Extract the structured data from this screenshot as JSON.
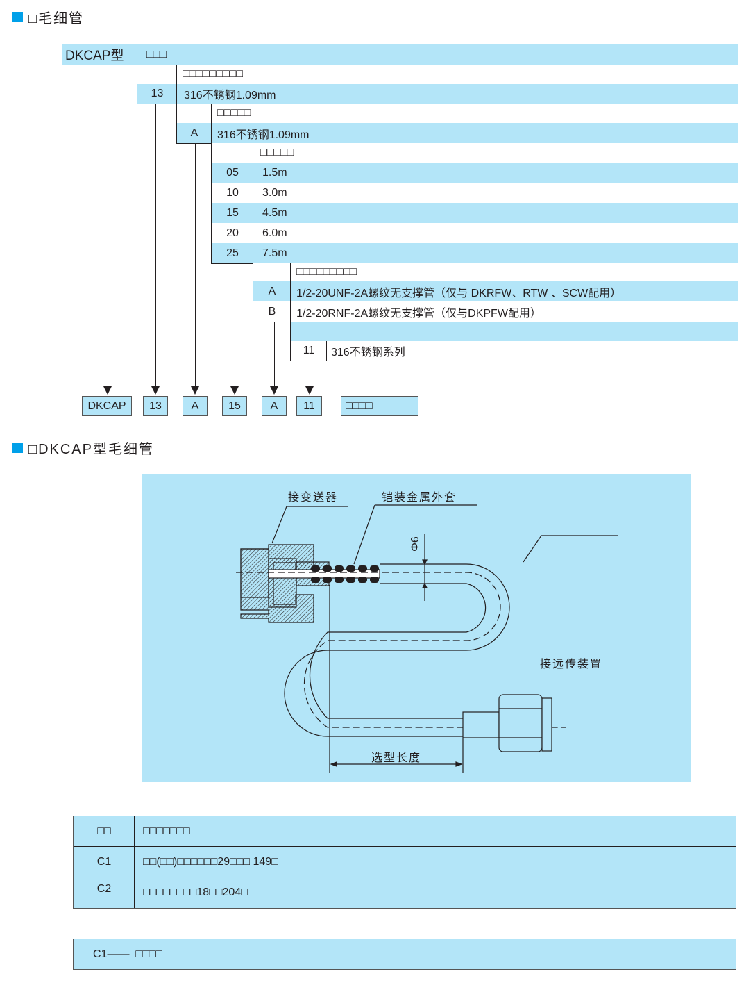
{
  "section1": {
    "title": "□毛细管"
  },
  "tree": {
    "model_label": "DKCAP型",
    "model_header": "□□□",
    "groups": [
      {
        "header": "□□□□□□□□□",
        "rows": [
          {
            "code": "13",
            "desc": "316不锈钢1.09mm"
          }
        ]
      },
      {
        "header": "□□□□□",
        "rows": [
          {
            "code": "A",
            "desc": "316不锈钢1.09mm"
          }
        ]
      },
      {
        "header": "□□□□□",
        "rows": [
          {
            "code": "05",
            "desc": "1.5m"
          },
          {
            "code": "10",
            "desc": "3.0m"
          },
          {
            "code": "15",
            "desc": "4.5m"
          },
          {
            "code": "20",
            "desc": "6.0m"
          },
          {
            "code": "25",
            "desc": "7.5m"
          }
        ]
      },
      {
        "header": "□□□□□□□□□",
        "rows": [
          {
            "code": "A",
            "desc": "1/2-20UNF-2A螺纹无支撑管（仅与 DKRFW、RTW 、SCW配用）"
          },
          {
            "code": "B",
            "desc": "1/2-20RNF-2A螺纹无支撑管（仅与DKPFW配用）"
          }
        ]
      },
      {
        "header": "",
        "rows": [
          {
            "code": "11",
            "desc": "316不锈钢系列"
          }
        ]
      }
    ],
    "example": [
      "DKCAP",
      "13",
      "A",
      "15",
      "A",
      "11"
    ],
    "example_suffix": "□□□□"
  },
  "section2": {
    "title": "□DKCAP型毛细管"
  },
  "diagram": {
    "label_transmitter": "接变送器",
    "label_armor": "铠装金属外套",
    "label_diameter": "Φ6",
    "label_remote": "接远传装置",
    "label_length": "选型长度"
  },
  "spec_table": {
    "header": {
      "code": "□□",
      "desc": "□□□□□□□"
    },
    "rows": [
      {
        "code": "C1",
        "desc": "□□(□□)□□□□□□29□□□ 149□"
      },
      {
        "code": "C2",
        "desc": "□□□□□□□□18□□204□"
      }
    ]
  },
  "note": {
    "text": "C1——  □□□□"
  },
  "colors": {
    "accent": "#00a0e9",
    "cell_blue": "#b3e5f8"
  }
}
